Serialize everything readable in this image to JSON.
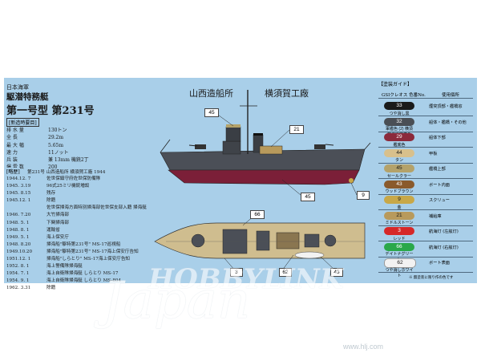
{
  "header": {
    "navy": "日本海軍",
    "type": "駆潜特務艇",
    "name": "第一号型 第231号"
  },
  "shipyards": [
    "山西造船所",
    "横須賀工廠"
  ],
  "specs": {
    "title": "新造時要目",
    "rows": [
      {
        "k": "排 水 量",
        "v": "130トン"
      },
      {
        "k": "全 長",
        "v": "29.2m"
      },
      {
        "k": "最 大 幅",
        "v": "5.65m"
      },
      {
        "k": "速 力",
        "v": "11ノット"
      },
      {
        "k": "兵 装",
        "v": "兼 13mm 機銃2丁"
      },
      {
        "k": "爆 雷 数",
        "v": "200"
      }
    ]
  },
  "history": {
    "title": "略歴",
    "intro": "第231号 山西造船所 横須賀工廠 1944",
    "rows": [
      {
        "d": "1944.12. 7",
        "t": "佐世保鎮守府佐世保防備隊"
      },
      {
        "d": "1945. 3.19",
        "t": "96式25ミリ機銃増設"
      },
      {
        "d": "1945. 8.15",
        "t": "残存"
      },
      {
        "d": "1945.12. 1",
        "t": "除籍"
      },
      {
        "d": "",
        "t": "佐世保掃海方面特別掃海部佐世保支部入籍 掃海艇"
      },
      {
        "d": "1946. 7.20",
        "t": "大竹掃海部"
      },
      {
        "d": "1948. 5. 1",
        "t": "下関掃海部"
      },
      {
        "d": "1948. 8. 1",
        "t": "運輸省"
      },
      {
        "d": "1949. 5. 1",
        "t": "海上保安庁"
      },
      {
        "d": "1948. 8.20",
        "t": "掃海船\"駆特第231号\" MS-17巡視船"
      },
      {
        "d": "1949.10.20",
        "t": "掃海船\"駆特第231号\" MS-17海上保安庁告知"
      },
      {
        "d": "1951.12. 1",
        "t": "掃海船\"しらとり\" MS-17海上保安庁告知"
      },
      {
        "d": "1952. 8. 1",
        "t": "海上警備隊掃海艇"
      },
      {
        "d": "1954. 7. 1",
        "t": "海上自衛隊掃海艇 しらとり MS-17"
      },
      {
        "d": "1954. 9. 1",
        "t": "海上自衛隊掃海艇 しらとり MS-804"
      },
      {
        "d": "1962. 3.31",
        "t": "除籍"
      }
    ]
  },
  "guide": {
    "title": "【塗装ガイド】",
    "col_paint": "GSIクレオス 色番No.",
    "col_use": "使用個所",
    "note": "※ 無塗装に限り作の色です",
    "colors": [
      {
        "no": "33",
        "name": "つや消し黒",
        "hex": "#1a1a1a",
        "fg": "#ffffff",
        "use": "煙突頂部・艦橋窓"
      },
      {
        "no": "32",
        "name": "軍艦色 (2) 横須賀海軍標準色",
        "hex": "#4a4f55",
        "fg": "#ffffff",
        "use": "船体・艦橋・その他"
      },
      {
        "no": "29",
        "name": "艦底色",
        "hex": "#8b2a3c",
        "fg": "#ffffff",
        "use": "船体下部"
      },
      {
        "no": "44",
        "name": "タン",
        "hex": "#d8c08c",
        "fg": "#1a1a1a",
        "use": "甲板"
      },
      {
        "no": "45",
        "name": "セールクラー",
        "hex": "#b4a26a",
        "fg": "#1a1a1a",
        "use": "艦橋上部"
      },
      {
        "no": "43",
        "name": "ウッドブラウン",
        "hex": "#8a5a2c",
        "fg": "#ffffff",
        "use": "ボート内面"
      },
      {
        "no": "9",
        "name": "金",
        "hex": "#c8a848",
        "fg": "#1a1a1a",
        "use": "スクリュー"
      },
      {
        "no": "21",
        "name": "ミドルストーン",
        "hex": "#b89a5c",
        "fg": "#1a1a1a",
        "use": "補給庫"
      },
      {
        "no": "3",
        "name": "レッド",
        "hex": "#d62828",
        "fg": "#ffffff",
        "use": "航海灯 (左舷灯)"
      },
      {
        "no": "66",
        "name": "デイトナグリーン",
        "hex": "#2aa84a",
        "fg": "#ffffff",
        "use": "航海灯 (右舷灯)"
      },
      {
        "no": "62",
        "name": "つや消しホワイト",
        "hex": "#f2f2f2",
        "fg": "#1a1a1a",
        "use": "ボート表面"
      }
    ]
  },
  "callouts": {
    "side": [
      "45",
      "21",
      "45",
      "9"
    ],
    "plan": [
      "66",
      "3",
      "62",
      "43"
    ]
  },
  "watermark": {
    "brand": "HOBBYLINK",
    "script": "Japan",
    "url": "www.hlj.com"
  }
}
